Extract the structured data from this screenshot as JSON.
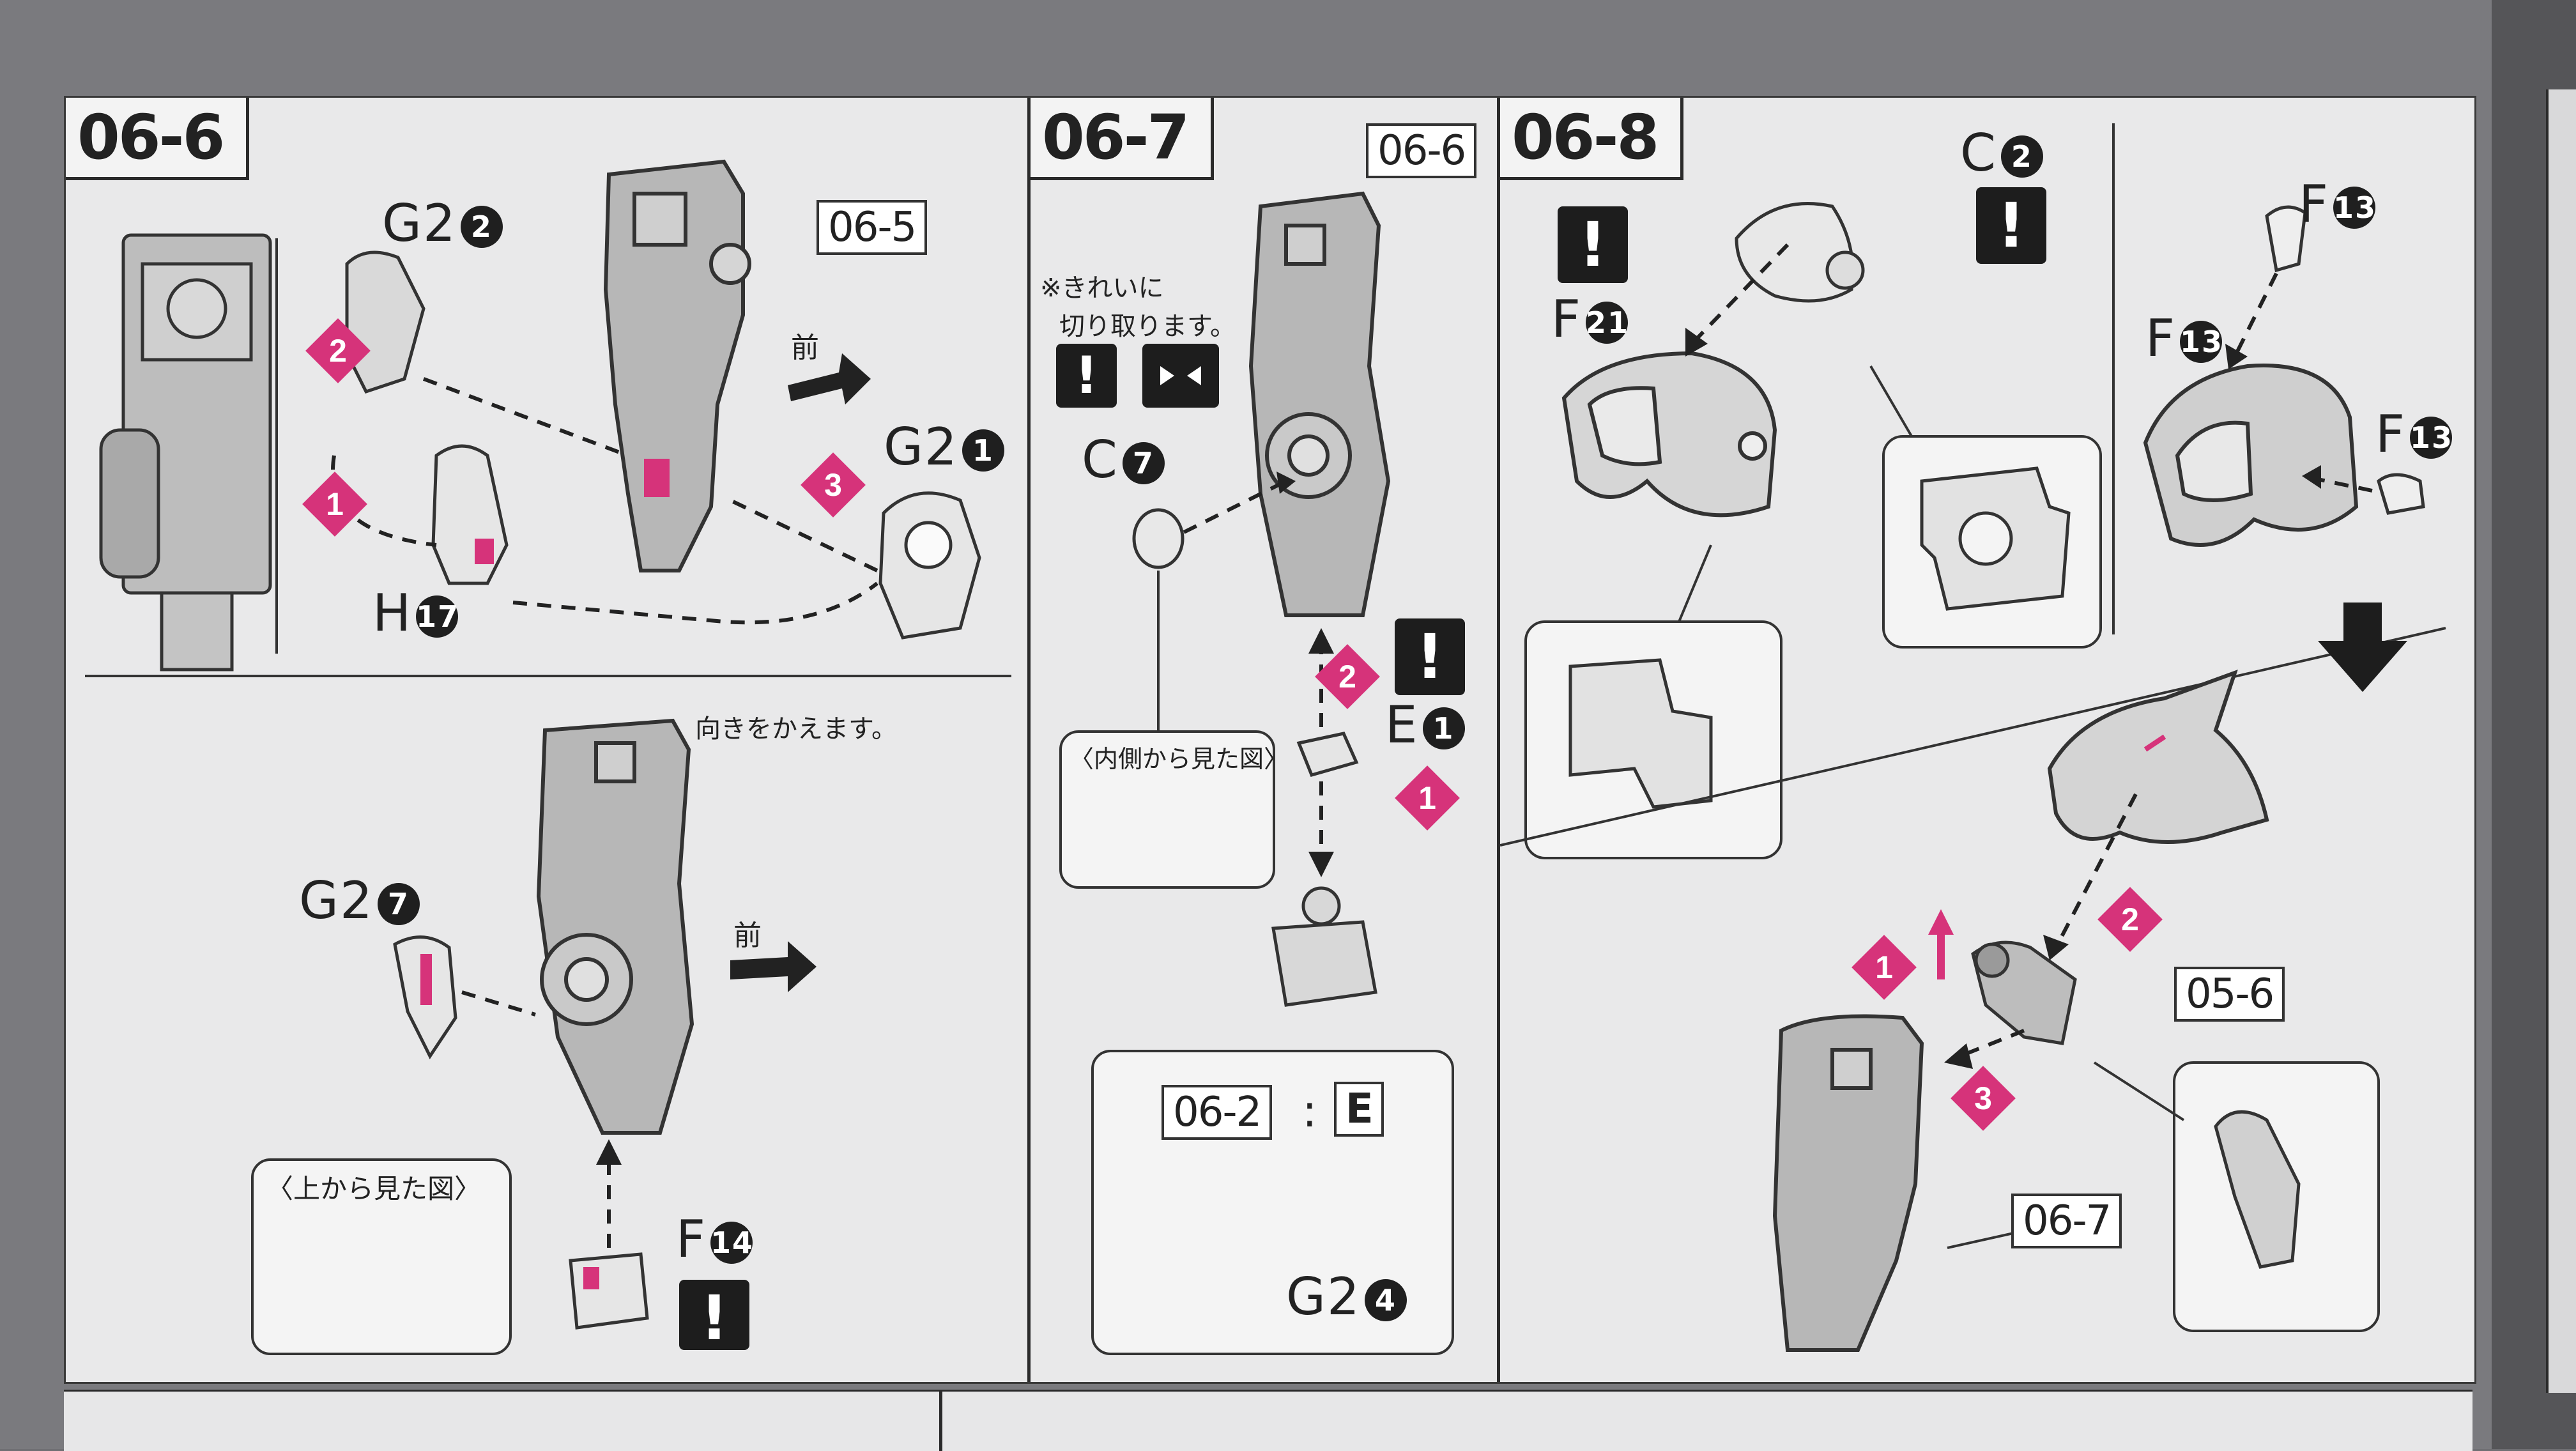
{
  "steps": {
    "s6": {
      "tag": "06-6",
      "ref_top": "06-5",
      "parts": {
        "g2_2": "G2",
        "g2_2_num": "2",
        "g2_1": "G2",
        "g2_1_num": "1",
        "h17": "H",
        "h17_num": "17",
        "g2_7": "G2",
        "g2_7_num": "7",
        "f14": "F",
        "f14_num": "14"
      },
      "front": "前",
      "front2": "前",
      "turn_note": "向きをかえます。",
      "top_view": "〈上から見た図〉",
      "orders": [
        "1",
        "2",
        "3"
      ]
    },
    "s7": {
      "tag": "06-7",
      "ref_top": "06-6",
      "clean_cut": "※きれいに",
      "clean_cut2": "切り取ります。",
      "parts": {
        "c7": "C",
        "c7_num": "7",
        "e1": "E",
        "e1_num": "1",
        "g2_4": "G2",
        "g2_4_num": "4"
      },
      "inside_view": "〈内側から見た図〉",
      "ref_bottom": "06-2",
      "colon": ":",
      "runner": "E",
      "orders": [
        "1",
        "2"
      ]
    },
    "s8": {
      "tag": "06-8",
      "parts": {
        "c2": "C",
        "c2_num": "2",
        "f21": "F",
        "f21_num": "21",
        "f13a": "F",
        "f13a_num": "13",
        "f13b": "F",
        "f13b_num": "13",
        "f13c": "F",
        "f13c_num": "13"
      },
      "ref_mid": "05-6",
      "ref_bottom": "06-7",
      "orders": [
        "1",
        "2",
        "3"
      ]
    }
  },
  "colors": {
    "accent": "#d6337a",
    "ink": "#222222",
    "paper": "#e9e9ea"
  },
  "icons": [
    "caution-icon",
    "arrow-icon",
    "cut-icon"
  ]
}
